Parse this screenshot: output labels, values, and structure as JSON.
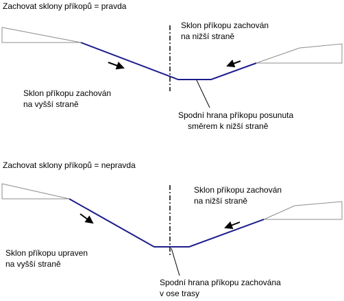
{
  "panels": [
    {
      "title": "Zachovat sklony příkopů = pravda",
      "label_lower_side": [
        "Sklon příkopu zachován",
        "na nižší straně"
      ],
      "label_higher_side": [
        "Sklon příkopu zachován",
        "na vyšší straně"
      ],
      "label_bottom_edge": [
        "Spodní hrana příkopu posunuta",
        "směrem k nižší straně"
      ]
    },
    {
      "title": "Zachovat sklony příkopů = nepravda",
      "label_lower_side": [
        "Sklon příkopu zachován",
        "na nižší straně"
      ],
      "label_higher_side": [
        "Sklon příkopu upraven",
        "na vyšší straně"
      ],
      "label_bottom_edge": [
        "Spodní hrana příkopu zachována",
        "v ose trasy"
      ]
    }
  ],
  "colors": {
    "ditch_line": "#1c1c8c",
    "terrain_outline": "#8c8c8c",
    "axis_line": "#000000",
    "text": "#000000",
    "background": "#ffffff"
  }
}
